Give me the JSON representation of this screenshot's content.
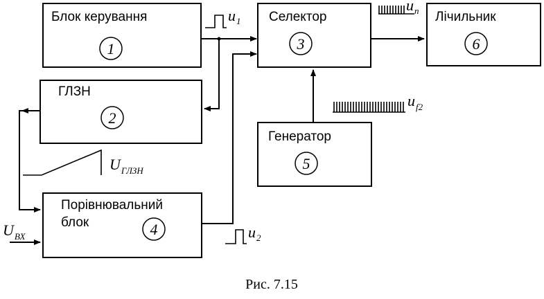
{
  "blocks": [
    {
      "id": "control",
      "label": "Блок керування",
      "number": "1"
    },
    {
      "id": "glzn",
      "label": "ГЛЗН",
      "number": "2"
    },
    {
      "id": "selector",
      "label": "Селектор",
      "number": "3"
    },
    {
      "id": "comparator",
      "label_line1": "Порівнювальний",
      "label_line2": "блок",
      "number": "4"
    },
    {
      "id": "generator",
      "label": "Генератор",
      "number": "5"
    },
    {
      "id": "counter",
      "label": "Лічильник",
      "number": "6"
    }
  ],
  "signals": {
    "u1": {
      "main": "u",
      "sub": "1"
    },
    "u2": {
      "main": "u",
      "sub": "2"
    },
    "un": {
      "main": "u",
      "sub": "n"
    },
    "uf2": {
      "main": "u",
      "sub": "f2"
    },
    "uglzn": {
      "main": "U",
      "sub": "ГЛЗН"
    },
    "uvx": {
      "main": "U",
      "sub": "ВХ"
    }
  },
  "caption": "Рис. 7.15"
}
